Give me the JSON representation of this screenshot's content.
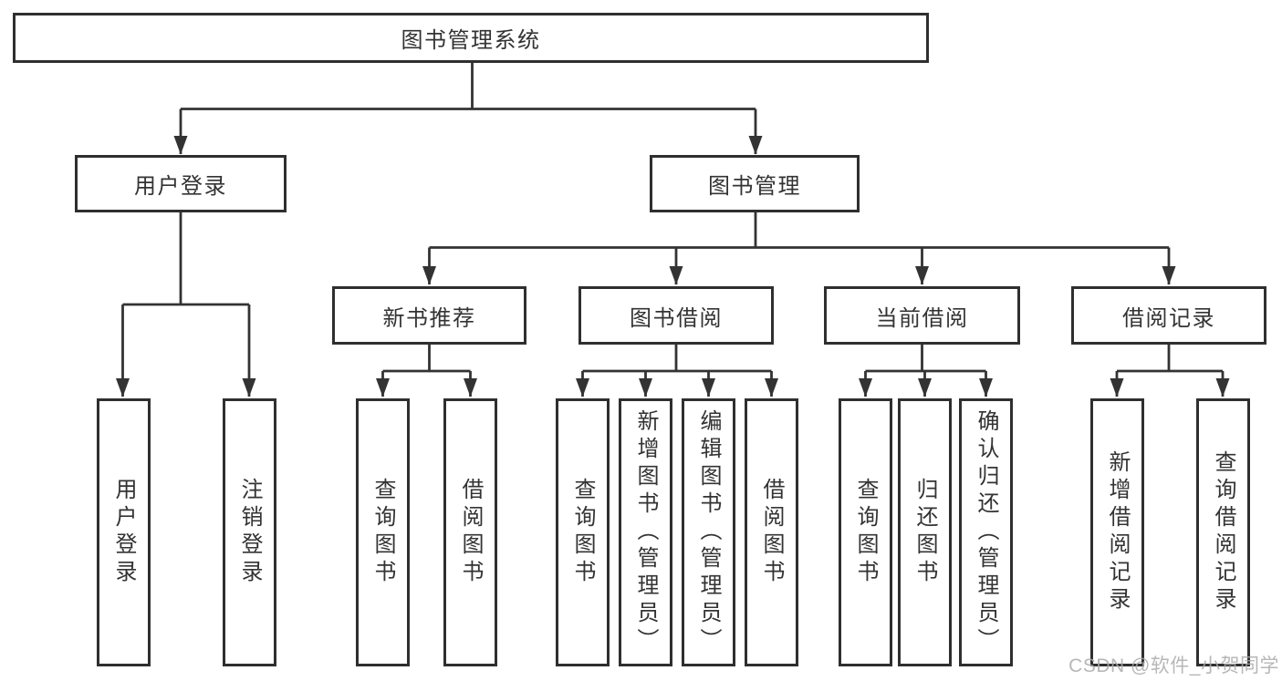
{
  "diagram": {
    "title": "图书管理系统",
    "tree": {
      "label": "图书管理系统",
      "children": [
        {
          "label": "用户登录",
          "children": [
            {
              "label": "用户登录"
            },
            {
              "label": "注销登录"
            }
          ]
        },
        {
          "label": "图书管理",
          "children": [
            {
              "label": "新书推荐",
              "children": [
                {
                  "label": "查询图书"
                },
                {
                  "label": "借阅图书"
                }
              ]
            },
            {
              "label": "图书借阅",
              "children": [
                {
                  "label": "查询图书"
                },
                {
                  "label": "新增图书（管理员）"
                },
                {
                  "label": "编辑图书（管理员）"
                },
                {
                  "label": "借阅图书"
                }
              ]
            },
            {
              "label": "当前借阅",
              "children": [
                {
                  "label": "查询图书"
                },
                {
                  "label": "归还图书"
                },
                {
                  "label": "确认归还（管理员）"
                }
              ]
            },
            {
              "label": "借阅记录",
              "children": [
                {
                  "label": "新增借阅记录"
                },
                {
                  "label": "查询借阅记录"
                }
              ]
            }
          ]
        }
      ]
    },
    "watermark": "CSDN @软件_小贺同学",
    "colors": {
      "line": "#333333",
      "box_border": "#2f2f2f",
      "box_bg": "#ffffff",
      "text": "#333333",
      "watermark": "#ababab",
      "background": "#ffffff"
    }
  }
}
